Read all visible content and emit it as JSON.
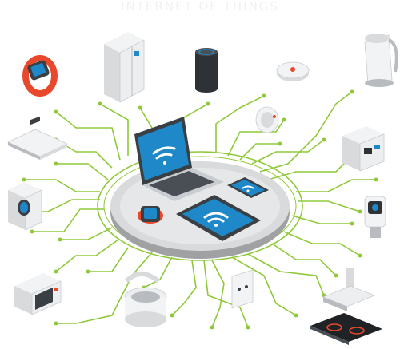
{
  "title": "INTERNET OF THINGS",
  "colors": {
    "circuit": "#8fc93a",
    "platform": "#d9dadb",
    "platform_edge": "#9fa1a3",
    "screen": "#1e88c9",
    "accent_red": "#e8482c",
    "device_white": "#f2f3f4",
    "device_grey": "#b8bcc0",
    "dark": "#2e3236"
  },
  "devices": [
    {
      "name": "smartwatch",
      "icon": "smartwatch-icon"
    },
    {
      "name": "refrigerator",
      "icon": "refrigerator-icon"
    },
    {
      "name": "smart-speaker",
      "icon": "smart-speaker-icon"
    },
    {
      "name": "smoke-detector",
      "icon": "smoke-detector-icon"
    },
    {
      "name": "electric-kettle",
      "icon": "kettle-icon"
    },
    {
      "name": "bathroom-scale",
      "icon": "scale-icon"
    },
    {
      "name": "thermostat",
      "icon": "thermostat-icon"
    },
    {
      "name": "coffee-machine",
      "icon": "coffee-machine-icon"
    },
    {
      "name": "washing-machine",
      "icon": "washing-machine-icon"
    },
    {
      "name": "security-camera",
      "icon": "camera-icon"
    },
    {
      "name": "microwave",
      "icon": "microwave-icon"
    },
    {
      "name": "multicooker",
      "icon": "multicooker-icon"
    },
    {
      "name": "power-socket",
      "icon": "socket-icon"
    },
    {
      "name": "range-hood",
      "icon": "range-hood-icon"
    },
    {
      "name": "induction-cooktop",
      "icon": "cooktop-icon"
    },
    {
      "name": "laptop",
      "icon": "laptop-icon"
    },
    {
      "name": "tablet",
      "icon": "tablet-icon"
    },
    {
      "name": "smartphone",
      "icon": "smartphone-icon"
    },
    {
      "name": "wifi",
      "icon": "wifi-icon"
    }
  ]
}
